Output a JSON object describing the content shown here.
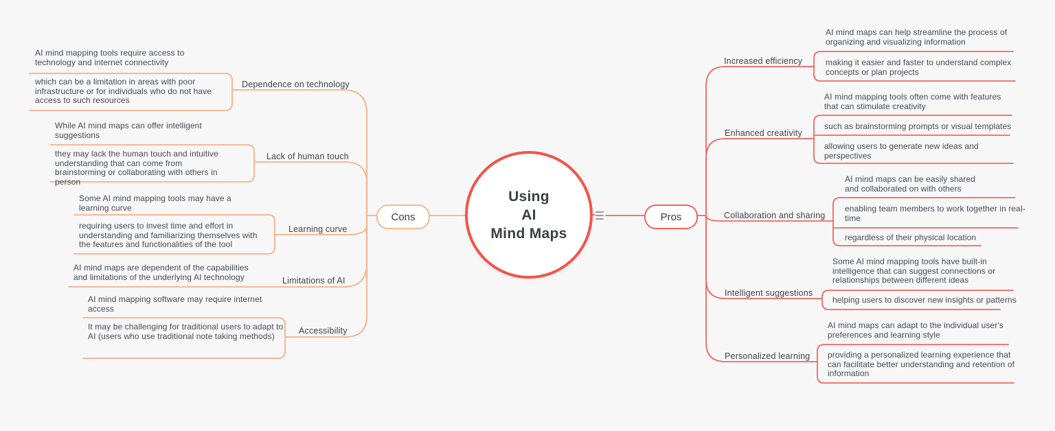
{
  "canvas": {
    "background": "#f7f7f8"
  },
  "colors": {
    "pros_branch": "#f4655d",
    "cons_branch": "#f7b086",
    "center_border": "#f2544b",
    "cons_pill_border": "#f8bb90",
    "text": "#46494d",
    "menu_icon": "#98989b"
  },
  "center": {
    "lines": [
      "Using",
      "AI",
      "Mind Maps"
    ]
  },
  "menu_icon_name": "hamburger-collapse-icon",
  "cons": {
    "label": "Cons",
    "branches": [
      {
        "label": "Dependence on technology",
        "leaves": [
          "AI mind mapping tools require access to technology and internet connectivity",
          "which can be a limitation in areas with poor infrastructure or for individuals who do not have access to such resources"
        ]
      },
      {
        "label": "Lack of human touch",
        "leaves": [
          "While AI mind maps can offer intelligent suggestions",
          "they may lack the human touch and intuitive understanding that can come from brainstorming or collaborating with others in person"
        ]
      },
      {
        "label": "Learning curve",
        "leaves": [
          "Some AI mind mapping tools may have a learning curve",
          "requiring users to invest time and effort in understanding and familiarizing themselves with the features and functionalities of the tool"
        ]
      },
      {
        "label": "Limitations of AI",
        "leaves": [
          "AI mind maps are dependent of the capabilities and limitations of the underlying AI technology"
        ]
      },
      {
        "label": "Accessibility",
        "leaves": [
          "AI mind mapping software may require internet access",
          "It may be challenging for traditional users to adapt to AI (users who use traditional note taking methods)"
        ]
      }
    ]
  },
  "pros": {
    "label": "Pros",
    "branches": [
      {
        "label": "Increased efficiency",
        "leaves": [
          "AI mind maps can help streamline the process of organizing and visualizing information",
          "making it easier and faster to understand complex concepts or plan projects"
        ]
      },
      {
        "label": "Enhanced creativity",
        "leaves": [
          "AI mind mapping tools often come with features that can stimulate creativity",
          "such as brainstorming prompts or visual templates",
          "allowing users to generate new ideas and perspectives"
        ]
      },
      {
        "label": "Collaboration and sharing",
        "leaves": [
          "AI mind maps can be easily shared and collaborated on with others",
          "enabling team members to work together in real-time",
          "regardless of their physical location"
        ]
      },
      {
        "label": "Intelligent suggestions",
        "leaves": [
          "Some AI mind mapping tools have built-in intelligence that can suggest connections or relationships between different ideas",
          "helping users to discover new insights or patterns"
        ]
      },
      {
        "label": "Personalized learning",
        "leaves": [
          "AI mind maps can adapt to the individual user's preferences and learning style",
          "providing a personalized learning experience that can facilitate better understanding and retention of information"
        ]
      }
    ]
  }
}
